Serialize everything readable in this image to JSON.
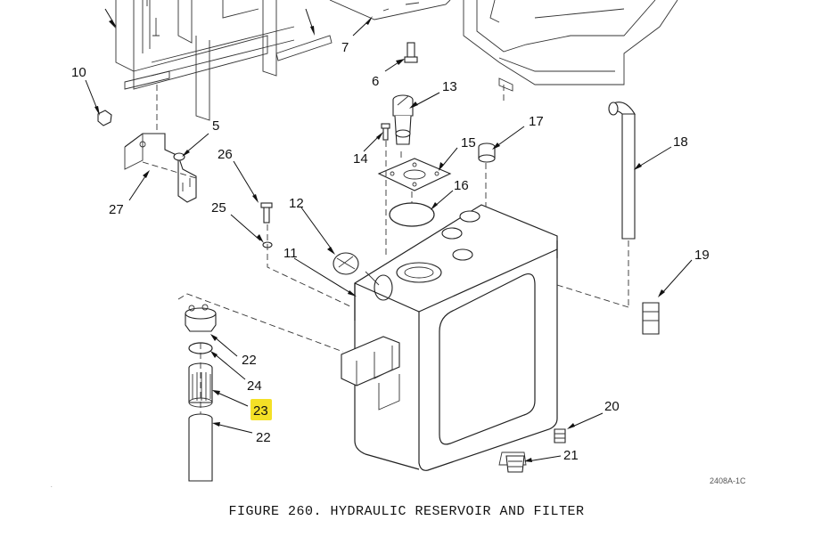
{
  "figure": {
    "caption": "FIGURE 260. HYDRAULIC RESERVOIR AND FILTER",
    "drawing_number": "2408A-1C"
  },
  "callouts": {
    "c5": "5",
    "c6": "6",
    "c7": "7",
    "c10": "10",
    "c11": "11",
    "c12": "12",
    "c13": "13",
    "c14": "14",
    "c15": "15",
    "c16": "16",
    "c17": "17",
    "c18": "18",
    "c19": "19",
    "c20": "20",
    "c21": "21",
    "c22a": "22",
    "c22b": "22",
    "c23": "23",
    "c24": "24",
    "c25": "25",
    "c26": "26",
    "c27": "27"
  },
  "highlight": {
    "callout": "23",
    "color": "#f4e026"
  }
}
